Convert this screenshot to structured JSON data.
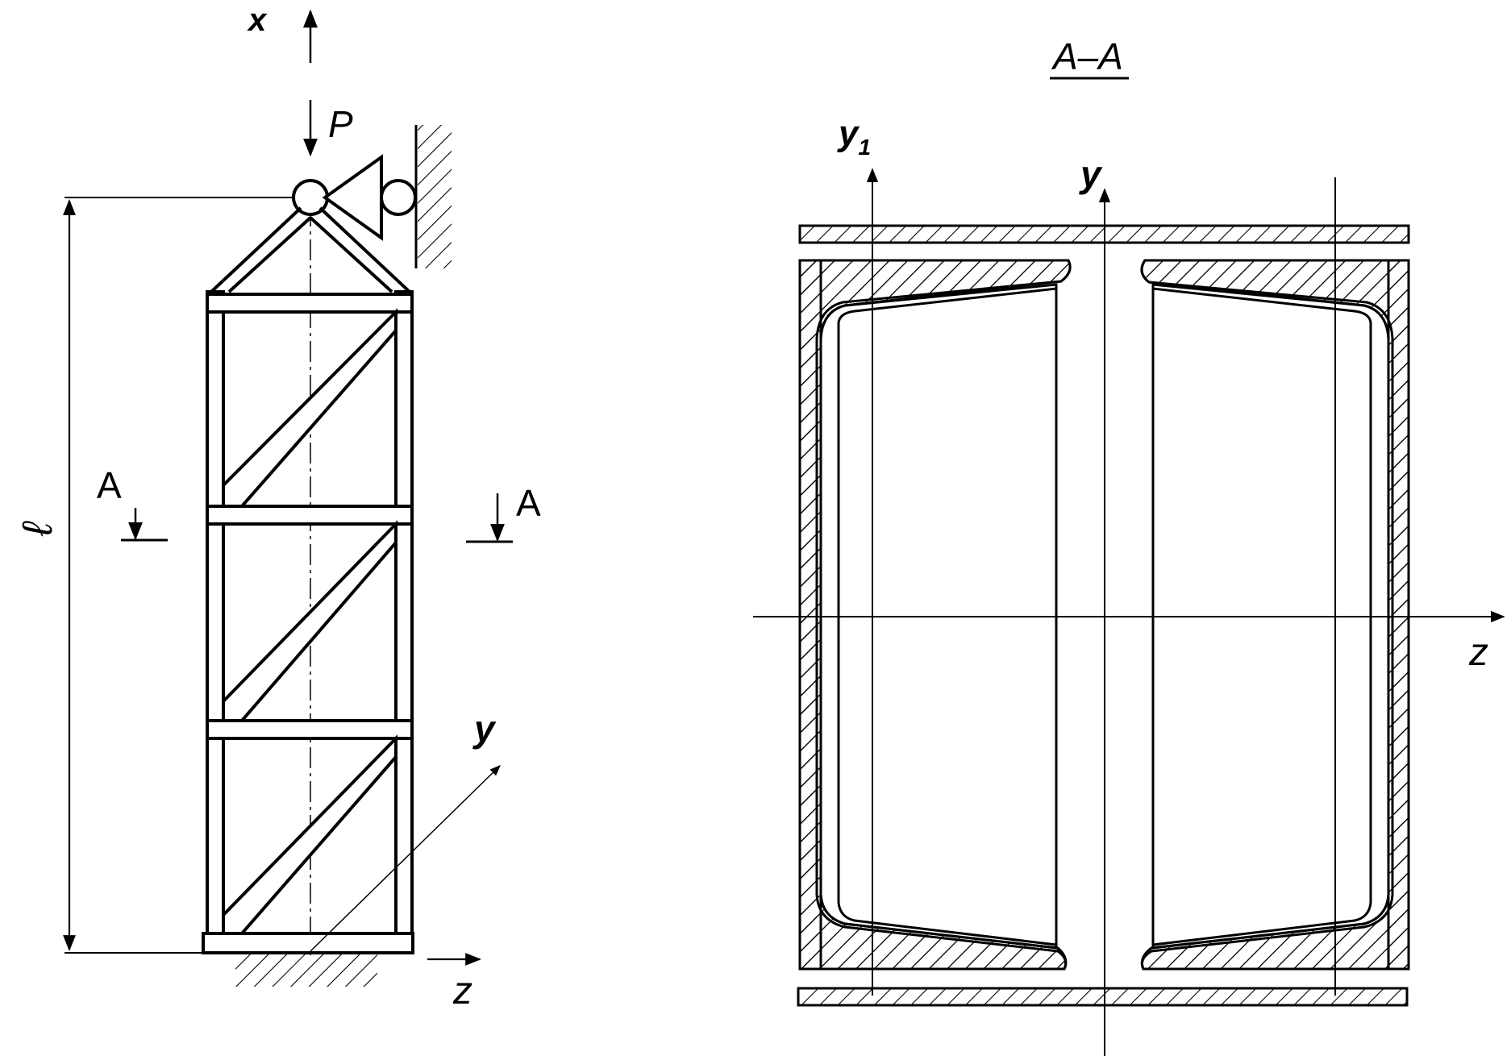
{
  "labels": {
    "x_axis": "x",
    "load": "P",
    "length": "ℓ",
    "section_mark": "A",
    "y_axis": "y",
    "z_axis": "z",
    "section_title": "A–A",
    "y1_axis": "y",
    "y1_subscript": "1"
  },
  "colors": {
    "ink": "#000000",
    "background": "#ffffff"
  }
}
